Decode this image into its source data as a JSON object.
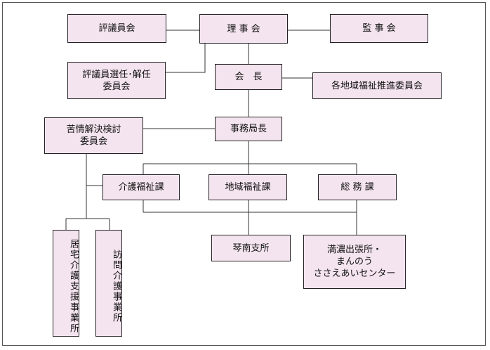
{
  "colors": {
    "box_fill": "#f4e4ef",
    "box_border": "#222222",
    "line": "#333333"
  },
  "nodes": {
    "councilors": "評議員会",
    "board": "理 事 会",
    "auditors": "監 事 会",
    "selection_committee": "評議員選任･解任\n委員会",
    "chairman": "会　長",
    "regional_committee": "各地域福祉推進委員会",
    "complaint_committee": "苦情解決検討\n委員会",
    "secretary_general": "事務局長",
    "care_welfare": "介護福祉課",
    "regional_welfare": "地域福祉課",
    "general_affairs": "総 務 課",
    "kinnan_branch": "琴南支所",
    "mannou_branch": "満濃出張所・\nまんのう\nささえあいセンター",
    "home_care_support": "居宅介護支援事業所",
    "visiting_care": "訪問介護事業所"
  }
}
